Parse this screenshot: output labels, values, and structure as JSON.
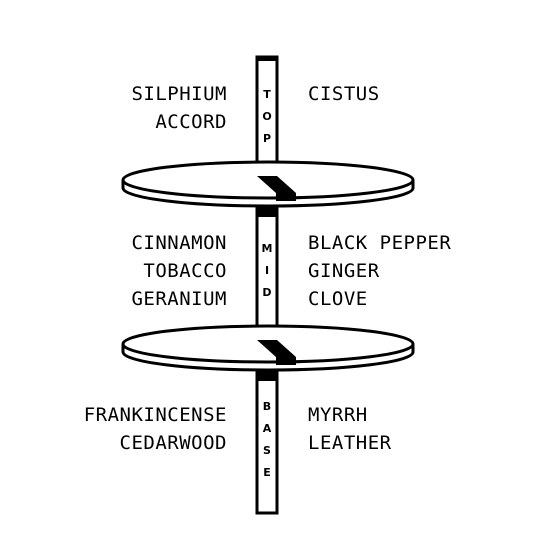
{
  "tiers": [
    {
      "label": [
        "T",
        "O",
        "P"
      ],
      "left_notes": [
        "SILPHIUM",
        "ACCORD"
      ],
      "right_notes": [
        "CISTUS"
      ]
    },
    {
      "label": [
        "M",
        "I",
        "D"
      ],
      "left_notes": [
        "CINNAMON",
        "TOBACCO",
        "GERANIUM"
      ],
      "right_notes": [
        "BLACK PEPPER",
        "GINGER",
        "CLOVE"
      ]
    },
    {
      "label": [
        "B",
        "A",
        "S",
        "E"
      ],
      "left_notes": [
        "FRANKINCENSE",
        "CEDARWOOD"
      ],
      "right_notes": [
        "MYRRH",
        "LEATHER"
      ]
    }
  ],
  "colors": {
    "ink": "#000000",
    "paper": "#ffffff"
  }
}
